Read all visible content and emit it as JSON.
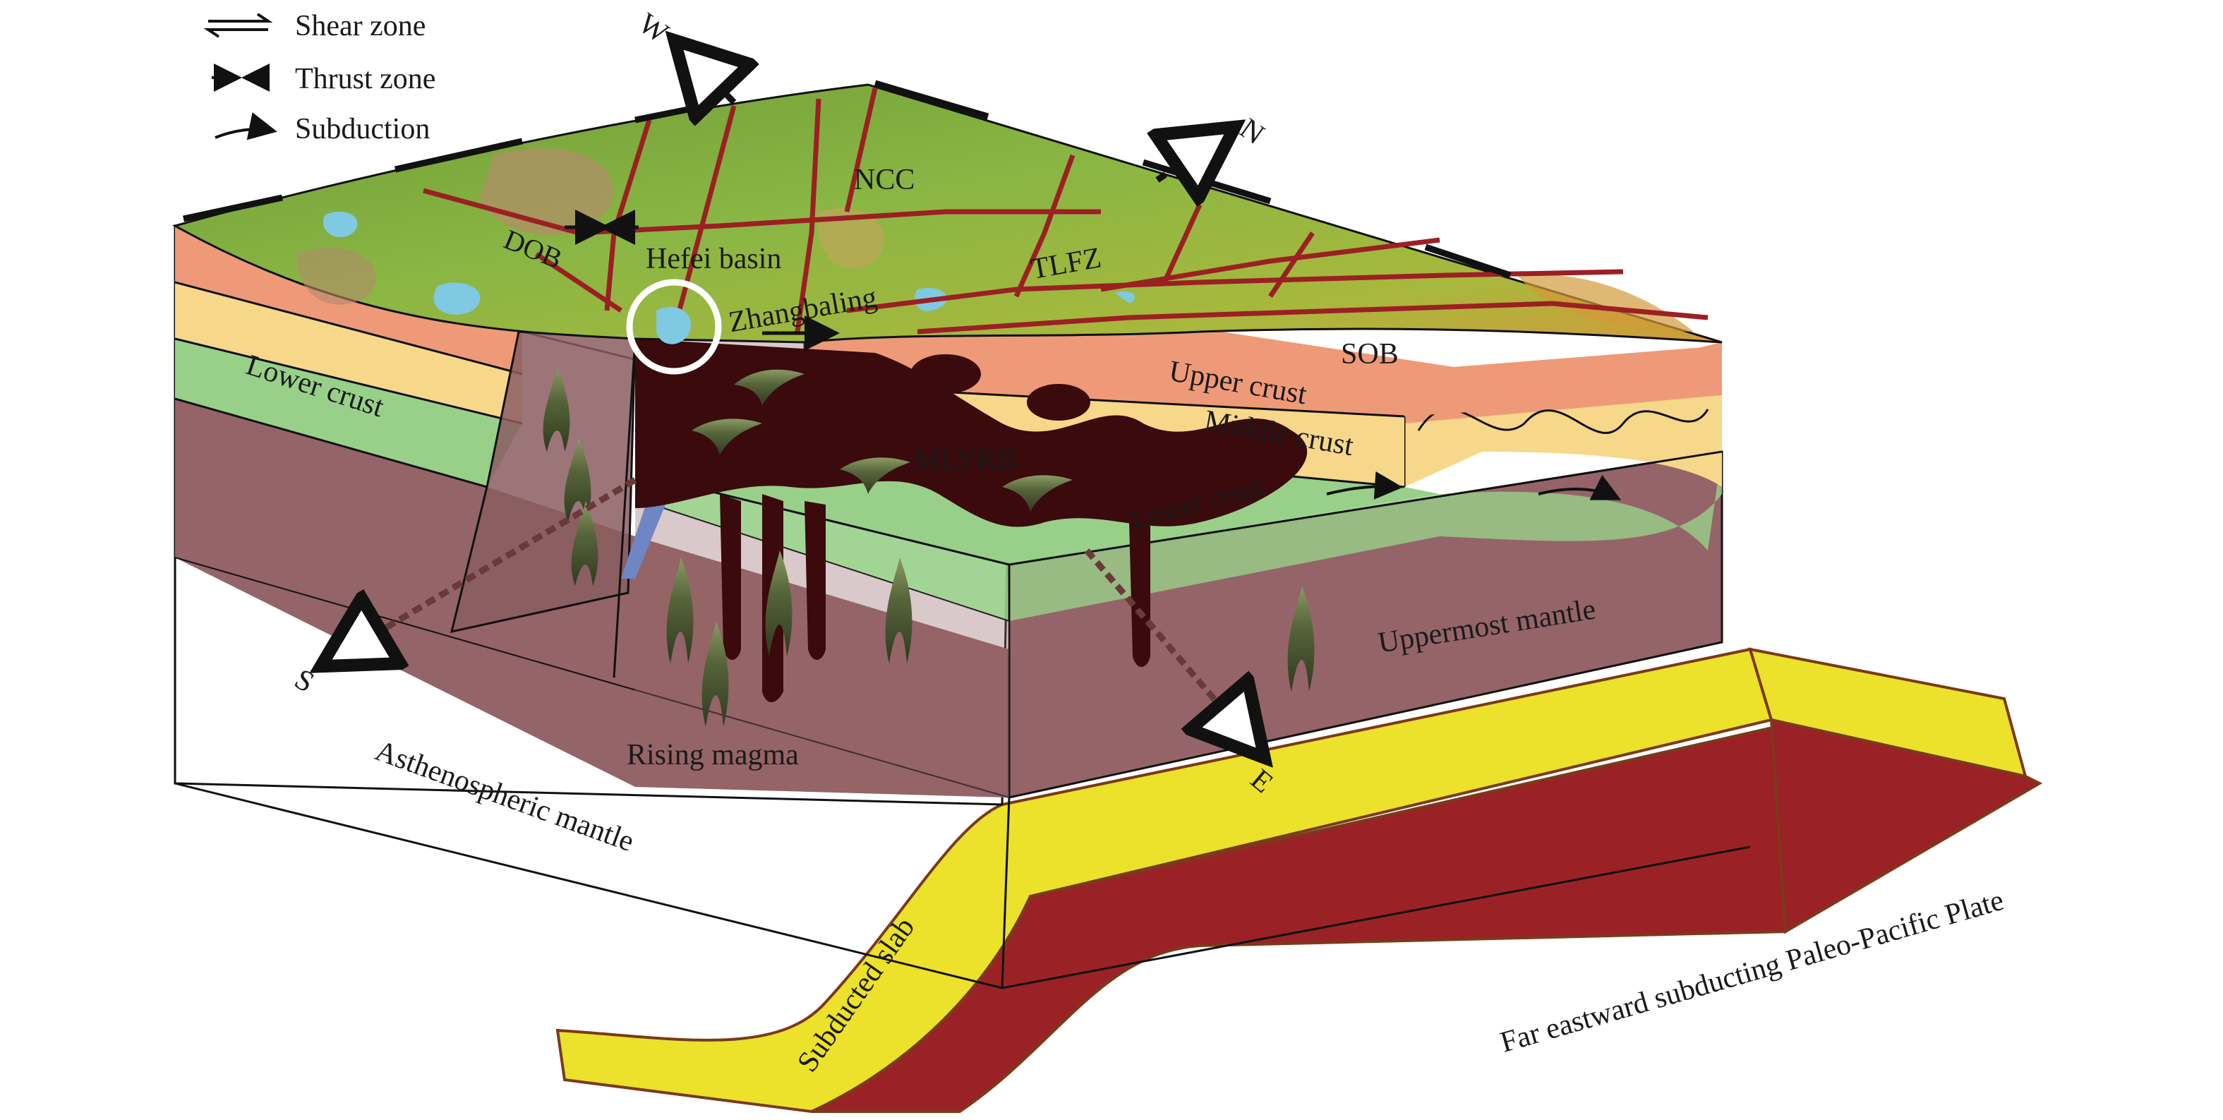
{
  "legend": {
    "shear_zone": "Shear zone",
    "thrust_zone": "Thrust zone",
    "subduction": "Subduction"
  },
  "directions": {
    "w": "W",
    "n": "N",
    "s": "S",
    "e": "E"
  },
  "surface_labels": {
    "ncc": "NCC",
    "dob": "DOB",
    "hefei_basin": "Hefei basin",
    "zhangbaling": "Zhangbaling",
    "tlfz": "TLFZ",
    "sob": "SOB"
  },
  "layers": {
    "upper_crust": "Upper crust",
    "middle_crust": "Middle crust",
    "lower_crust_left": "Lower crust",
    "lower_crust_right": "Lower crust",
    "uppermost_mantle": "Uppermost mantle",
    "asthenospheric_mantle": "Asthenospheric mantle",
    "mlyrb": "MLYRB"
  },
  "annotations": {
    "rising_magma": "Rising magma",
    "subducted_slab": "Subducted slab",
    "paleo_pacific": "Far eastward subducting Paleo-Pacific Plate"
  },
  "colors": {
    "upper_crust": "#ee9a78",
    "middle_crust": "#f7d88a",
    "lower_crust": "#98d08a",
    "mantle": "#946468",
    "magma": "#3a0a0c",
    "slab_yellow": "#ece12b",
    "slab_red": "#9a2226",
    "surface_green": "#7fae3e",
    "fault": "#9b2024",
    "water": "#7fc9e3",
    "arrow_green": "#4f5a34"
  }
}
